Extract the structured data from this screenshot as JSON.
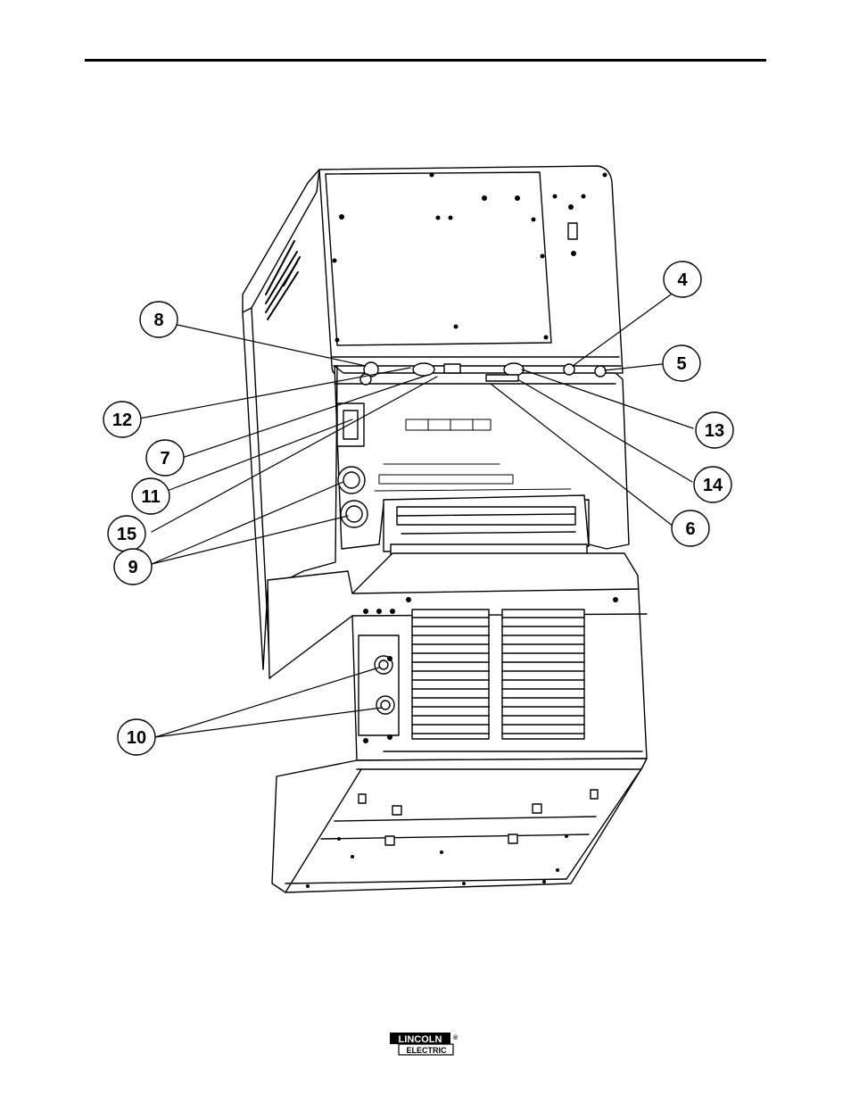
{
  "callouts": [
    {
      "id": "c4",
      "label": "4"
    },
    {
      "id": "c5",
      "label": "5"
    },
    {
      "id": "c6",
      "label": "6"
    },
    {
      "id": "c7",
      "label": "7"
    },
    {
      "id": "c8",
      "label": "8"
    },
    {
      "id": "c9",
      "label": "9"
    },
    {
      "id": "c10",
      "label": "10"
    },
    {
      "id": "c11",
      "label": "11"
    },
    {
      "id": "c12",
      "label": "12"
    },
    {
      "id": "c13",
      "label": "13"
    },
    {
      "id": "c14",
      "label": "14"
    },
    {
      "id": "c15",
      "label": "15"
    }
  ],
  "logo": {
    "line1": "LINCOLN",
    "line2": "ELECTRIC",
    "mark": "®"
  }
}
